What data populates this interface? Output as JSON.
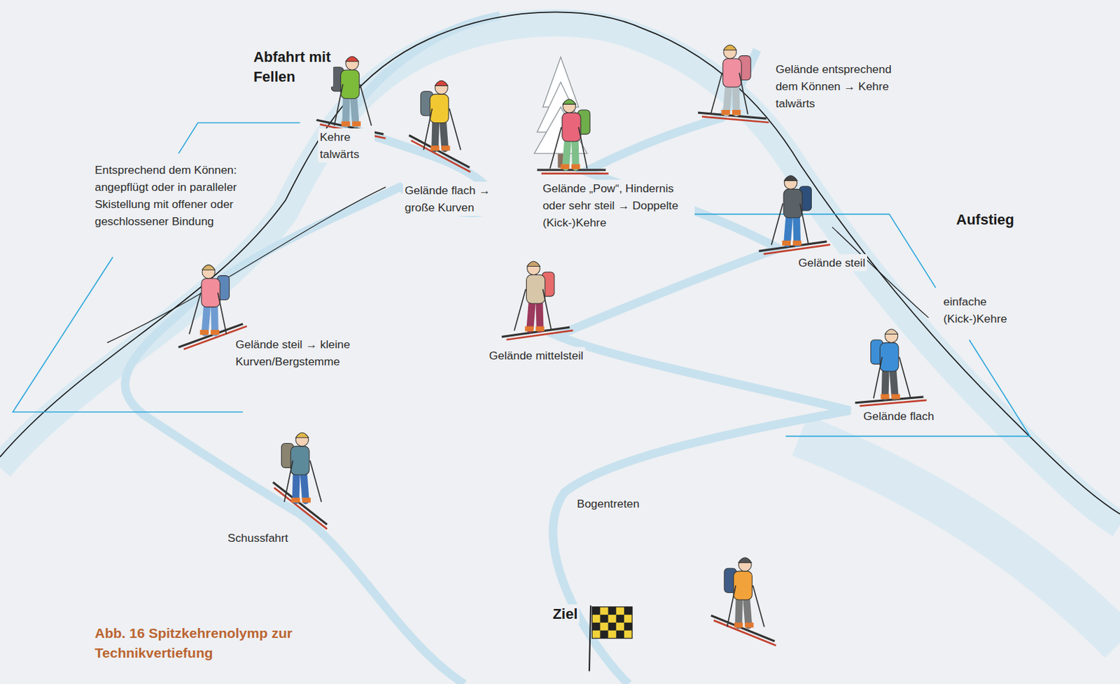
{
  "diagram": {
    "caption": "Abb. 16 Spitzkehrenolymp zur Technikvertiefung",
    "labels": [
      "Abfahrt mit Fellen",
      "Kehre talwärts",
      "Entsprechend dem Können: angepflügt oder in paralleler Skistellung mit offener oder geschlossener Bindung",
      "Gelände flach → große Kurven",
      "Gelände „Pow“, Hindernis oder sehr steil → Doppelte (Kick-)Kehre",
      "Gelände entsprechend dem Können → Kehre talwärts",
      "Aufstieg",
      "Gelände steil",
      "einfache (Kick-)Kehre",
      "Gelände steil → kleine Kurven/Bergstemme",
      "Gelände mittelsteil",
      "Gelände flach",
      "Bogentreten",
      "Schussfahrt",
      "Ziel"
    ]
  }
}
